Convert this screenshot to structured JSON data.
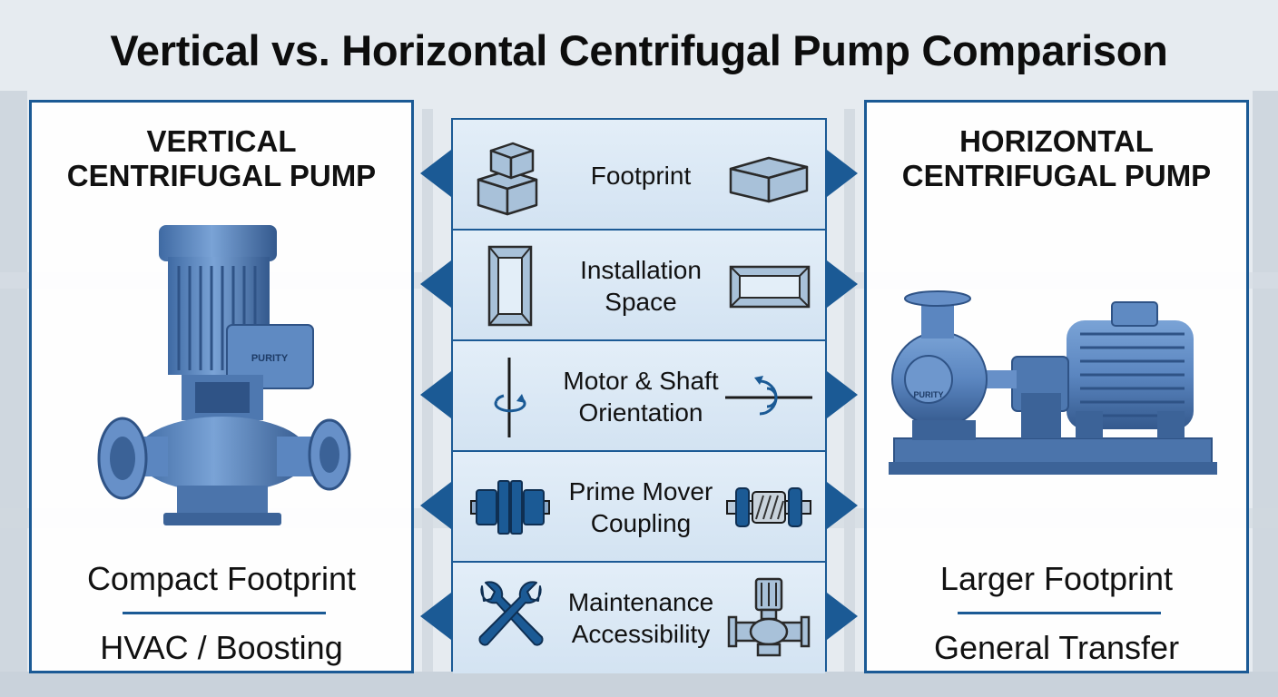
{
  "title": "Vertical vs. Horizontal Centrifugal Pump Comparison",
  "left_panel": {
    "heading_line1": "VERTICAL",
    "heading_line2": "CENTRIFUGAL PUMP",
    "brand": "PURITY",
    "feature": "Compact Footprint",
    "application": "HVAC / Boosting"
  },
  "right_panel": {
    "heading_line1": "HORIZONTAL",
    "heading_line2": "CENTRIFUGAL PUMP",
    "brand": "PURITY",
    "feature": "Larger Footprint",
    "application": "General Transfer"
  },
  "criteria": [
    {
      "line1": "Footprint",
      "line2": "",
      "icon_left": "stacked-boxes-icon",
      "icon_right": "flat-box-icon"
    },
    {
      "line1": "Installation",
      "line2": "Space",
      "icon_left": "tall-frame-icon",
      "icon_right": "wide-frame-icon"
    },
    {
      "line1": "Motor & Shaft",
      "line2": "Orientation",
      "icon_left": "vertical-shaft-rotation-icon",
      "icon_right": "horizontal-shaft-rotation-icon"
    },
    {
      "line1": "Prime Mover",
      "line2": "Coupling",
      "icon_left": "rigid-coupling-icon",
      "icon_right": "flexible-coupling-icon"
    },
    {
      "line1": "Maintenance",
      "line2": "Accessibility",
      "icon_left": "wrenches-icon",
      "icon_right": "inline-pump-icon"
    }
  ],
  "colors": {
    "accent": "#1b5a95",
    "pump_blue": "#5b86c0",
    "icon_fill": "#a8c1d9",
    "row_bg": "#dbe8f4"
  }
}
